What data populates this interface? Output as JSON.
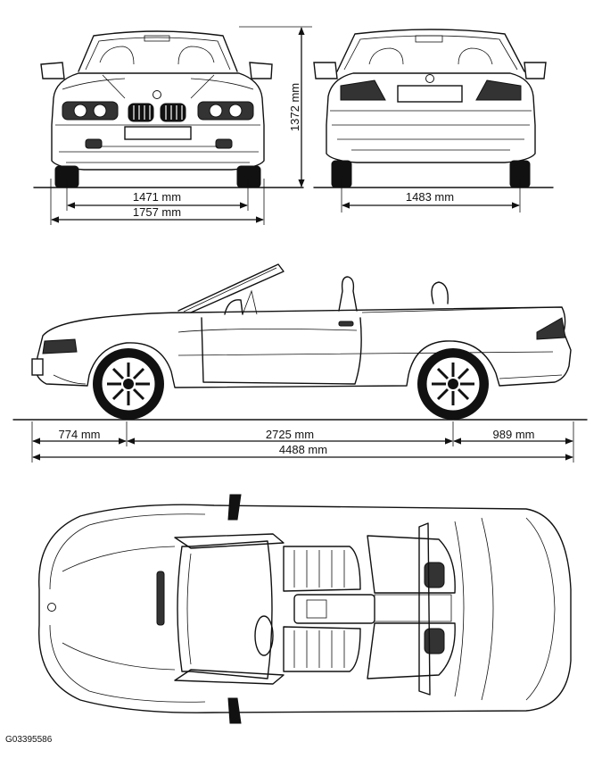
{
  "dimensions": {
    "front_track": "1471 mm",
    "width": "1757 mm",
    "height": "1372 mm",
    "rear_track": "1483 mm",
    "front_overhang": "774 mm",
    "wheelbase": "2725 mm",
    "rear_overhang": "989 mm",
    "length": "4488 mm"
  },
  "figure_code": "G03395586",
  "icons": {
    "front_view": "car-front-view-drawing",
    "rear_view": "car-rear-view-drawing",
    "side_view": "car-side-view-drawing",
    "top_view": "car-top-view-drawing"
  }
}
